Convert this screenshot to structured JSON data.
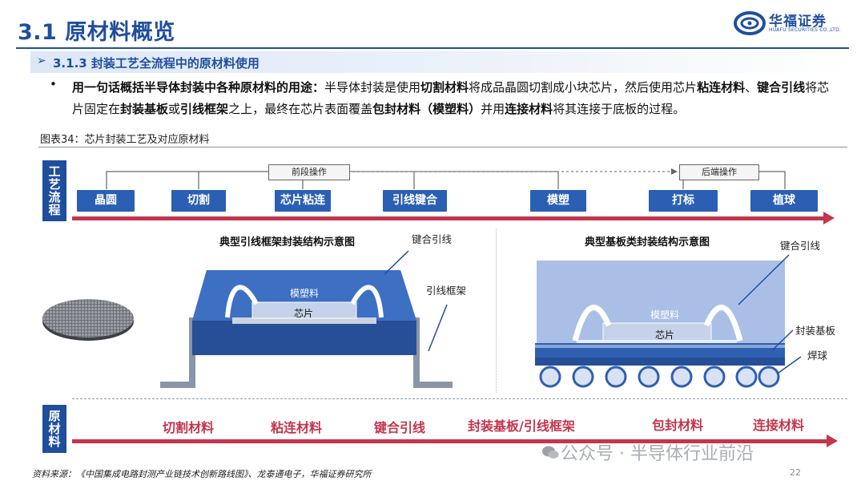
{
  "header": {
    "title": "3.1 原材料概览",
    "logo_cn": "华福证券",
    "logo_en": "HUAFU SECURITIES CO.,LTD."
  },
  "subtitle": "3.1.3 封装工艺全流程中的原材料使用",
  "bullet": "•",
  "paragraph": {
    "s1": "用一句话概括半导体封装中各种原材料的用途：",
    "s2": "半导体封装是使用",
    "s3": "切割材料",
    "s4": "将成品晶圆切割成小块芯片，然后使用芯片",
    "s5": "粘连材料",
    "s6": "、",
    "s7": "键合引线",
    "s8": "将芯片固定在",
    "s9": "封装基板",
    "s10": "或",
    "s11": "引线框架",
    "s12": "之上，最终在芯片表面覆盖",
    "s13": "包封材料（模塑料）",
    "s14": "并用",
    "s15": "连接材料",
    "s16": "将其连接于底板的过程。"
  },
  "figure": {
    "caption": "图表34：芯片封装工艺及对应原材料",
    "process_label": "工艺流程",
    "phases": [
      "前段操作",
      "后端操作"
    ],
    "steps": [
      "晶圆",
      "切割",
      "芯片粘连",
      "引线键合",
      "模塑",
      "打标",
      "植球"
    ],
    "left_diagram": {
      "title": "典型引线框架封装结构示意图",
      "callouts": [
        "键合引线",
        "引线框架"
      ],
      "mold": "模塑料",
      "chip": "芯片"
    },
    "right_diagram": {
      "title": "典型基板类封装结构示意图",
      "callouts": [
        "键合引线",
        "封装基板",
        "焊球"
      ],
      "mold": "模塑料",
      "chip": "芯片"
    },
    "materials_label": "原材料",
    "materials": [
      "切割材料",
      "粘连材料",
      "键合引线",
      "封装基板/引线框架",
      "包封材料",
      "连接材料"
    ]
  },
  "footer": {
    "source": "资料来源：《中国集成电路封测产业链技术创新路线图》、龙泰通电子，华福证券研究所",
    "page": "22",
    "watermark": "公众号 · 半导体行业前沿"
  },
  "colors": {
    "brand_blue": "#1f4e9d",
    "step_blue": "#2b5fb3",
    "arrow_red": "#c2364e",
    "package_blue": "#2f5fb0",
    "mold_light": "#aabfe6"
  }
}
